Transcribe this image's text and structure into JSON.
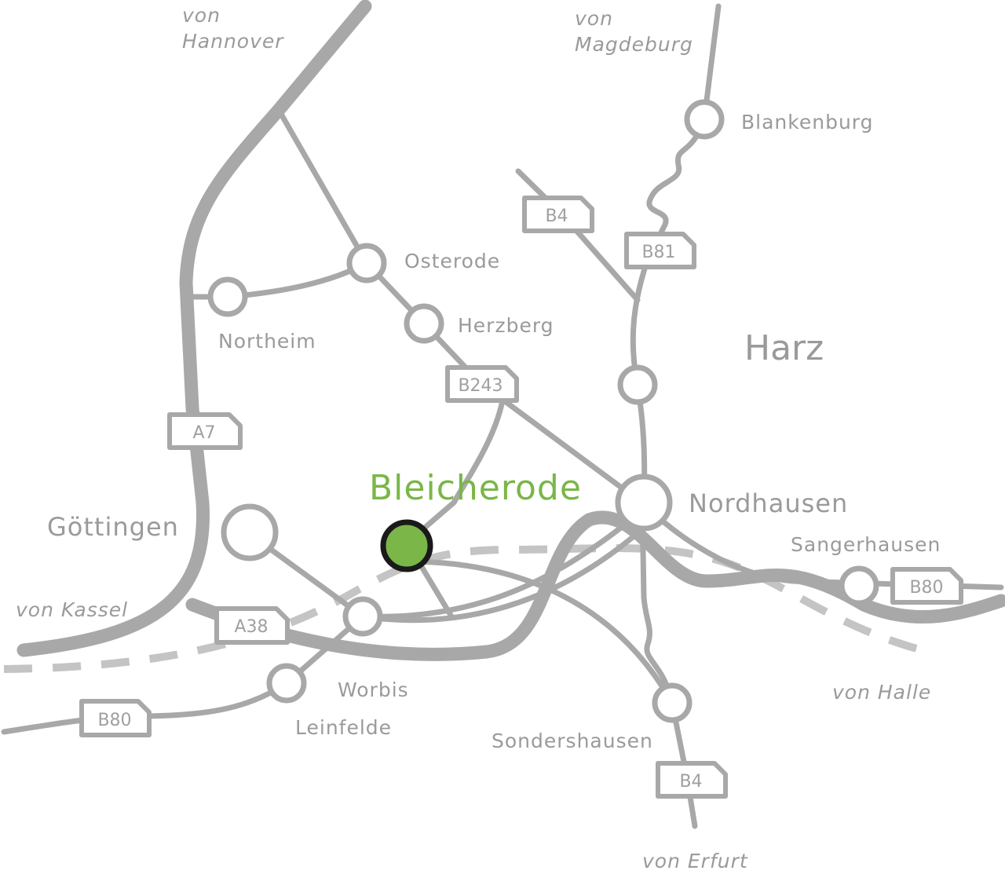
{
  "colors": {
    "road": "#a8a8a8",
    "rail": "#c4c4c4",
    "label": "#9a9a9a",
    "destination": "#7ab648",
    "destination_outline": "#1a1a1a"
  },
  "destination": {
    "name": "Bleicherode"
  },
  "region": {
    "name": "Harz"
  },
  "towns": {
    "goettingen": "Göttingen",
    "northeim": "Northeim",
    "osterode": "Osterode",
    "herzberg": "Herzberg",
    "nordhausen": "Nordhausen",
    "blankenburg": "Blankenburg",
    "sangerhausen": "Sangerhausen",
    "worbis": "Worbis",
    "leinfelde": "Leinfelde",
    "sondershausen": "Sondershausen"
  },
  "directions": {
    "hannover_1": "von",
    "hannover_2": "Hannover",
    "magdeburg_1": "von",
    "magdeburg_2": "Magdeburg",
    "kassel": "von Kassel",
    "halle": "von Halle",
    "erfurt": "von Erfurt"
  },
  "shields": {
    "a7": "A7",
    "a38": "A38",
    "b243": "B243",
    "b4_north": "B4",
    "b81": "B81",
    "b80_east": "B80",
    "b80_west": "B80",
    "b4_south": "B4"
  }
}
